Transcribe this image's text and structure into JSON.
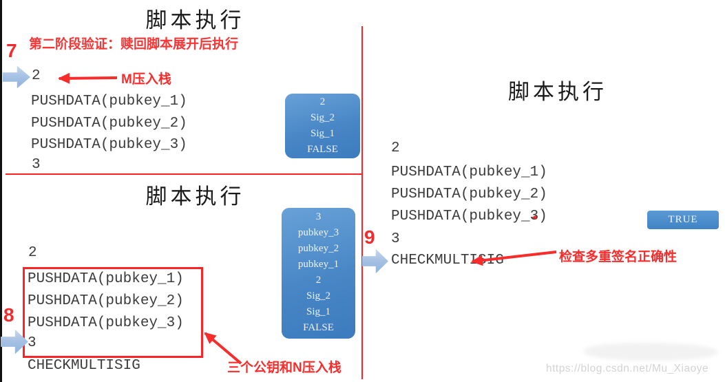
{
  "colors": {
    "accent_red": "#fb2424",
    "stack_blue_top": "#68a1d7",
    "stack_blue_bottom": "#3c7bbd",
    "step_arrow_blue": "#a7c2e4",
    "code_gray": "#3c3c3c",
    "watermark_gray": "#d3d3d3"
  },
  "icons": {
    "step_arrow": "right-block-arrow",
    "annotation_arrow": "red-left-arrow",
    "cursor_triangle": "◄"
  },
  "panels": {
    "top_left": {
      "title": "脚本执行",
      "subtitle": "第二阶段验证：赎回脚本展开后执行",
      "step_number": "7",
      "code_lines": [
        "2",
        "PUSHDATA(pubkey_1)",
        "PUSHDATA(pubkey_2)",
        "PUSHDATA(pubkey_3)",
        "3"
      ],
      "annotation": "M压入栈",
      "stack": [
        "2",
        "Sig_2",
        "Sig_1",
        "FALSE"
      ]
    },
    "bottom_left": {
      "title": "脚本执行",
      "step_number": "8",
      "first_line": "2",
      "boxed_lines": [
        "PUSHDATA(pubkey_1)",
        "PUSHDATA(pubkey_2)",
        "PUSHDATA(pubkey_3)",
        "3"
      ],
      "last_line": "CHECKMULTISIG",
      "annotation": "三个公钥和N压入栈",
      "stack": [
        "3",
        "pubkey_3",
        "pubkey_2",
        "pubkey_1",
        "2",
        "Sig_2",
        "Sig_1",
        "FALSE"
      ]
    },
    "right": {
      "title": "脚本执行",
      "step_number": "9",
      "code_lines": [
        "2",
        "PUSHDATA(pubkey_1)",
        "PUSHDATA(pubkey_2)",
        "PUSHDATA(pubkey_3)",
        "3",
        "CHECKMULTISIG"
      ],
      "annotation": "检查多重签名正确性",
      "result_badge": "TRUE"
    }
  },
  "watermark": "https://blog.csdn.net/Mu_Xiaoye"
}
